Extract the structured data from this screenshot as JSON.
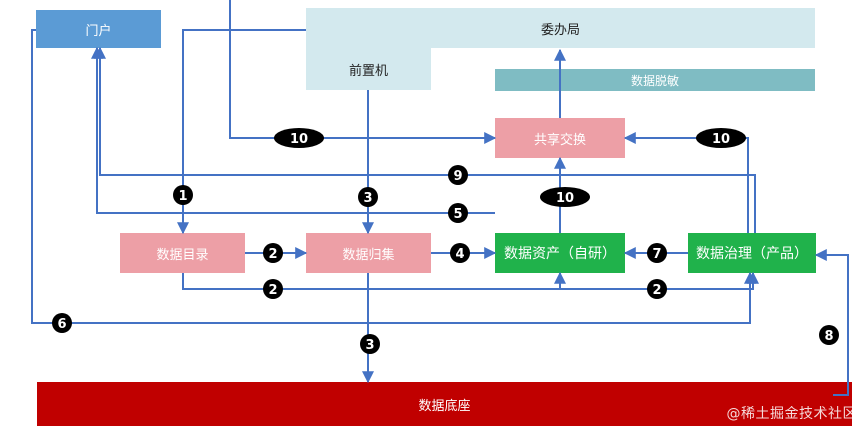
{
  "boxes": {
    "portal": "门户",
    "office": "委办局",
    "frontend": "前置机",
    "desensitization": "数据脱敏",
    "exchange": "共享交换",
    "catalog": "数据目录",
    "collection": "数据归集",
    "assets": "数据资产（自研）",
    "governance": "数据治理（产品）",
    "base": "数据底座"
  },
  "badges": {
    "b1": "1",
    "b2a": "2",
    "b2b": "2",
    "b2c": "2",
    "b3a": "3",
    "b3b": "3",
    "b4": "4",
    "b5": "5",
    "b6": "6",
    "b7": "7",
    "b8": "8",
    "b9": "9",
    "b10a": "10",
    "b10b": "10",
    "b10c": "10"
  },
  "watermark": "@稀土掘金技术社区",
  "colors": {
    "arrow": "#4472c4",
    "badge": "#000000",
    "portal": "#5b9bd5",
    "office": "#d3e9ee",
    "desensitization": "#7fbcc3",
    "pink": "#ed9fa6",
    "green": "#20b24b",
    "base": "#c00000"
  }
}
